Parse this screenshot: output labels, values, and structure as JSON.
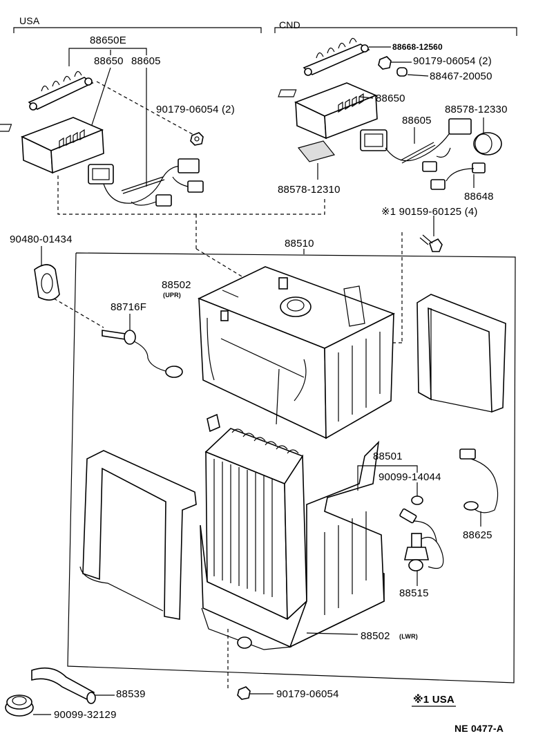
{
  "sections": {
    "usa": "USA",
    "cnd": "CND"
  },
  "labels": {
    "p88650E": "88650E",
    "p88650_usa": "88650",
    "p88605_usa": "88605",
    "p90179_2_usa": "90179-06054 (2)",
    "p88668": "88668-12560",
    "p90179_2_cnd": "90179-06054 (2)",
    "p88467": "88467-20050",
    "p88650_cnd": "88650",
    "p88605_cnd": "88605",
    "p88578_12330": "88578-12330",
    "p88578_12310": "88578-12310",
    "p88648": "88648",
    "p90159": "※1 90159-60125 (4)",
    "p90480": "90480-01434",
    "p88510": "88510",
    "p88502_upr": "88502",
    "p88502_upr_tag": "(UPR)",
    "p88716F": "88716F",
    "p88501": "88501",
    "p90099_14044": "90099-14044",
    "p88625": "88625",
    "p88515": "88515",
    "p88502_lwr": "88502",
    "p88502_lwr_tag": "(LWR)",
    "p88539": "88539",
    "p90179_single": "90179-06054",
    "p90099_32129": "90099-32129",
    "note_usa": "※1 USA",
    "ref_code": "NE 0477-A"
  }
}
